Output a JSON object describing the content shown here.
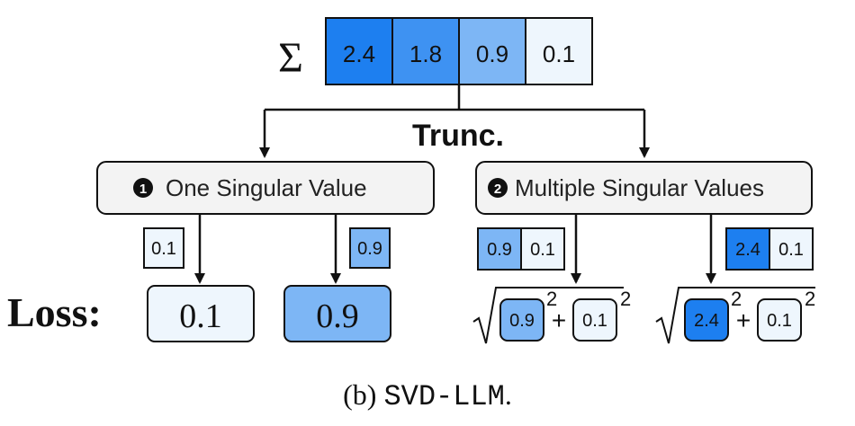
{
  "sigma": {
    "symbol": "Σ",
    "values": [
      "2.4",
      "1.8",
      "0.9",
      "0.1"
    ],
    "colors": [
      "#1d7ff0",
      "#3e92f2",
      "#7db6f5",
      "#eef6fd"
    ]
  },
  "trunc_label": "Trunc.",
  "branch_one": {
    "badge": "1",
    "label": "One Singular Value",
    "left_removed": "0.1",
    "right_removed": "0.9"
  },
  "branch_two": {
    "badge": "2",
    "label": "Multiple Singular Values",
    "left_pair": [
      "0.9",
      "0.1"
    ],
    "right_pair": [
      "2.4",
      "0.1"
    ]
  },
  "loss": {
    "label": "Loss:",
    "one_left": "0.1",
    "one_right": "0.9",
    "exponent": "2",
    "plus": "+",
    "left_terms": [
      "0.9",
      "0.1"
    ],
    "right_terms": [
      "2.4",
      "0.1"
    ]
  },
  "caption": {
    "prefix": "(b) ",
    "method": "SVD-LLM",
    "suffix": "."
  },
  "colors": {
    "light": "#eef6fd",
    "mid": "#7db6f5",
    "strong": "#1d7ff0",
    "pill_bg": "#f3f3f3"
  }
}
